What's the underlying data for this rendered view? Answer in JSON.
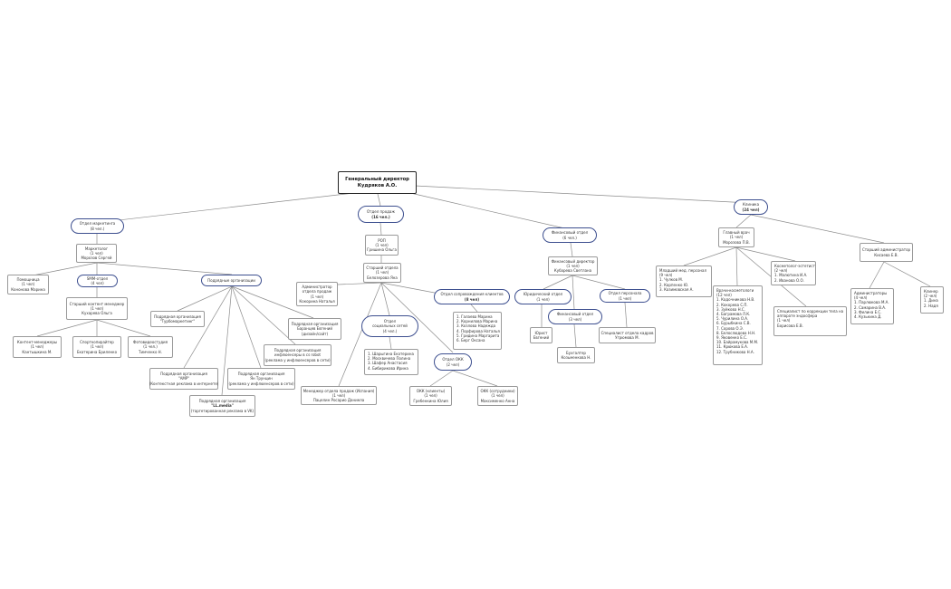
{
  "root": {
    "title": "Генеральный директор",
    "name": "Кудряков А.О."
  },
  "marketing": {
    "head": {
      "title": "Отдел маркетинга",
      "count": "(8 чел.)"
    },
    "marketer": {
      "title": "Маркетолог",
      "count": "(1 чел)",
      "name": "Морозов Сергей"
    },
    "assistant": {
      "title": "Помощница",
      "count": "(1 чел)",
      "name": "Кононова Марина"
    },
    "smm": {
      "title": "SMM-отдел",
      "count": "(4 чел)"
    },
    "senior_content": {
      "title": "Старший контент менеджер",
      "count": "(1 чел)",
      "name": "Кухарева Ольга"
    },
    "content_managers": {
      "title": "Контент-менеджеры",
      "count": "(1 чел)",
      "name": "Кантышкина М."
    },
    "copywriter": {
      "title": "Спорткопирайтер",
      "count": "(1 чел)",
      "name": "Екатерина Бриленко"
    },
    "photographer": {
      "title": "Фотовидеостудия",
      "count": "(1 чел.)",
      "name": "Тимченко Н."
    },
    "contractors": {
      "title": "Подрядные организации"
    },
    "c_turbo": {
      "line1": "Подрядная организация",
      "line2": "\"Турбомаркетинг\""
    },
    "c_amp": {
      "line1": "Подрядная организация",
      "line2": "\"AMP\"",
      "line3": "(Контекстная реклама в интернете)"
    },
    "c_lamedia": {
      "line1": "Подрядная организация",
      "line2": "\"LL.media\"",
      "line3": "(таргетированная реклама в VK)"
    },
    "c_truntsin": {
      "line1": "Подрядная организация",
      "line2": "Ян Трунцин",
      "line3": "(реклама у инфлюенсеров в сети)"
    },
    "c_influencers": {
      "line1": "Подрядная организация",
      "line2": "инфлюенсеры в сs robot",
      "line3": "(реклама у инфлюенсеров в сети)"
    },
    "c_baranova": {
      "line1": "Подрядная организация",
      "line2": "Баранцев Евгений",
      "line3": "(дизайн/сайт)"
    }
  },
  "sales": {
    "head": {
      "title": "Отдел продаж",
      "count": "(16 чел.)"
    },
    "rop": {
      "title": "РОП",
      "count": "(1 чел)",
      "name": "Гришина Ольга"
    },
    "senior": {
      "title": "Старший отдела",
      "count": "(1 чел)",
      "name": "Белозерова Яна"
    },
    "admin": {
      "title": "Администратор",
      "line2": "отдела продаж",
      "count": "(1 чел)",
      "name": "Кокорина Наталья"
    },
    "manager_es": {
      "title": "Менеджер отдела продаж (Испания)",
      "count": "(1 чел)",
      "name": "Пацелин Росарио Даниела"
    },
    "social": {
      "title": "Отдел",
      "line2": "социальных сетей",
      "count": "(4 чел.)"
    },
    "social_list": [
      "1. Шарыгина Екатерина",
      "2. Москвичева Полина",
      "3. Шафер Анастасия",
      "4. Бибирикова Ирина"
    ],
    "support": {
      "title": "Отдел сопровождения клиентов",
      "count": "(8 чел)"
    },
    "support_list": [
      "1. Галаева Марина",
      "2. Корнилова Марина",
      "3. Козлова Надежда",
      "4. Порфирова Наталья",
      "5. Гридина Маргарита",
      "6. Берг Оксана"
    ],
    "okk": {
      "title": "Отдел ОКК",
      "count": "(2 чел)"
    },
    "okk_client": {
      "title": "ОКК (клиенты)",
      "count": "(1 чел)",
      "name": "Гребенкина Юлия"
    },
    "okk_staff": {
      "title": "ОКК (сотрудники)",
      "count": "(1 чел)",
      "name": "Максименко Анна"
    }
  },
  "finance": {
    "head": {
      "title": "Финансовый отдел",
      "count": "(6 чел.)"
    },
    "director": {
      "title": "Финансовый директор",
      "count": "(1 чел)",
      "name": "Кубарева Светлана"
    },
    "legal": {
      "title": "Юридический отдел",
      "count": "(1 чел)"
    },
    "lawyer": {
      "title": "Юрист",
      "name": "Евгений"
    },
    "fin_dept": {
      "title": "Финансовый отдел",
      "count": "(3 чел)"
    },
    "accountant": {
      "title": "Бухгалтер",
      "name": "Козьменкова Н."
    },
    "hr": {
      "title": "Отдел персонала",
      "count": "(1 чел)"
    },
    "hr_spec": {
      "title": "Специалист отдела кадров",
      "name": "Угрюмова М."
    }
  },
  "clinic": {
    "head": {
      "title": "Клиника",
      "count": "(24 чел)"
    },
    "chief_doctor": {
      "title": "Главный врач",
      "count": "(1 чел)",
      "name": "Морозова П.В."
    },
    "junior": {
      "title": "Младший мед. персонал",
      "line2": "(9 чел)",
      "items": [
        "1. Чулков М.",
        "2. Карпенко Ю.",
        "3. Казимовская А."
      ]
    },
    "cosmetologists": {
      "title": "Врачи-косметологи",
      "count": "(12 чел)",
      "items": [
        "1. Кадочникова Н.В.",
        "2. Кокорева С.П.",
        "3. Зуйкова Н.С.",
        "4. Баграмова Л.К.",
        "5. Чурилина О.А.",
        "6. Бурыбкина С.В.",
        "7. Сорова О.Э.",
        "8. Белослюдова Н.Н.",
        "9. Яковенко Е.С.",
        "10. Байрамукова М.М.",
        "11. Крюкова Е.А.",
        "12. Трубникова Н.А."
      ]
    },
    "nurses": {
      "title": "Косметолог-эстетист",
      "count": "(2 чел)",
      "items": [
        "1. Малютина И.А.",
        "2. Иванова О.О."
      ]
    },
    "body_spec": {
      "title": "Специалист по коррекции тела на",
      "line2": "аппарате эндосфера",
      "count": "(1 чел)",
      "name": "Борисова Е.В."
    },
    "senior_admin": {
      "title": "Старший администратор",
      "name": "Кисаева Е.В."
    },
    "admins": {
      "title": "Администраторы",
      "count": "(4 чел)",
      "items": [
        "1. Парлюкова М.А.",
        "2. Самарина В.А.",
        "3. Филина Е.С.",
        "4. Кузькина Д."
      ]
    },
    "cleaners": {
      "title": "Клинер",
      "count": "(2 чел)",
      "items": [
        "1. Дина",
        "2. Надя"
      ]
    }
  },
  "colors": {
    "pill_border": "#3d4f8f",
    "box_border": "#9a9a9a",
    "line": "#8c8c8c",
    "text": "#333333"
  }
}
